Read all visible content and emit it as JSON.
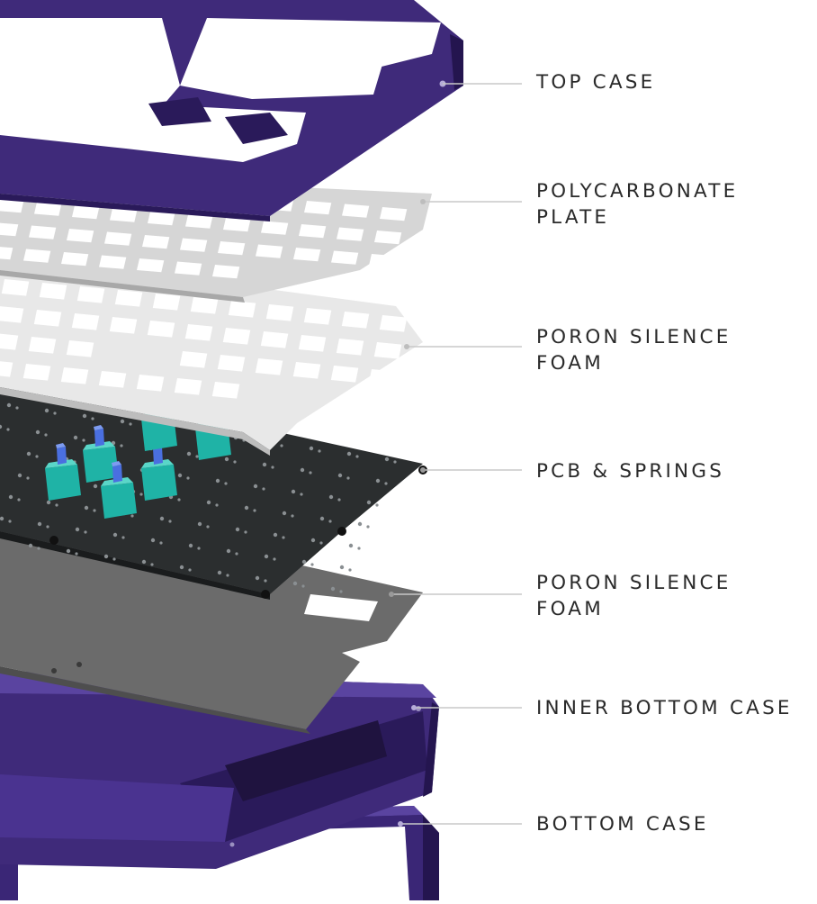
{
  "colors": {
    "case_purple": "#3f2a7a",
    "case_purple_dark": "#2a1a5a",
    "case_purple_light": "#5a44a0",
    "plate_white": "#e9e9e9",
    "foam_gray": "#6b6b6b",
    "pcb_black": "#2b2e2f",
    "switch_teal": "#1fb3a6",
    "stem_blue": "#4a6fe0",
    "leader_line": "#c8c8c8",
    "label_text": "#2a2a2a"
  },
  "layers": [
    {
      "id": "top-case",
      "lines": [
        "TOP CASE"
      ]
    },
    {
      "id": "polycarbonate-plate",
      "lines": [
        "POLYCARBONATE",
        "PLATE"
      ]
    },
    {
      "id": "poron-foam-top",
      "lines": [
        "PORON SILENCE",
        "FOAM"
      ]
    },
    {
      "id": "pcb-springs",
      "lines": [
        "PCB & SPRINGS"
      ]
    },
    {
      "id": "poron-foam-bottom",
      "lines": [
        "PORON SILENCE",
        "FOAM"
      ]
    },
    {
      "id": "inner-bottom-case",
      "lines": [
        "INNER BOTTOM CASE"
      ]
    },
    {
      "id": "bottom-case",
      "lines": [
        "BOTTOM CASE"
      ]
    }
  ]
}
